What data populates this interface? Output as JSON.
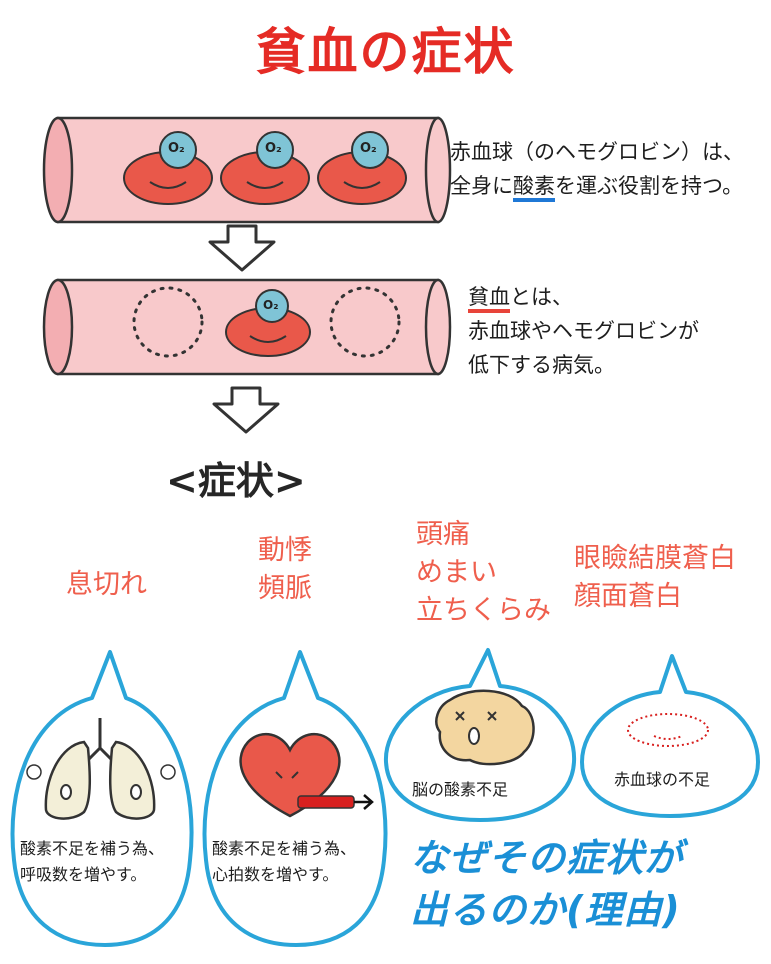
{
  "title": "貧血の症状",
  "vessel_top": {
    "oxygen_label": "O₂",
    "desc_line1": "赤血球（のヘモグロビン）は、",
    "desc_line2_pre": "全身に",
    "desc_line2_emph": "酸素",
    "desc_line2_post": "を運ぶ役割を持つ。"
  },
  "vessel_bottom": {
    "oxygen_label": "O₂",
    "desc_line1_emph": "貧血",
    "desc_line1_post": "とは、",
    "desc_line2": "赤血球やヘモグロビンが",
    "desc_line3": "低下する病気。"
  },
  "symptoms_heading": "<症状>",
  "symptoms": [
    {
      "lines": [
        "息切れ"
      ]
    },
    {
      "lines": [
        "動悸",
        "頻脈"
      ]
    },
    {
      "lines": [
        "頭痛",
        "めまい",
        "立ちくらみ"
      ]
    },
    {
      "lines": [
        "眼瞼結膜蒼白",
        "顔面蒼白"
      ]
    }
  ],
  "bubbles": {
    "lungs": {
      "line1": "酸素不足を補う為、",
      "line2": "呼吸数を増やす。"
    },
    "heart": {
      "line1": "酸素不足を補う為、",
      "line2": "心拍数を増やす。"
    },
    "brain": {
      "label": "脳の酸素不足"
    },
    "rbc": {
      "label": "赤血球の不足"
    }
  },
  "reason_note": {
    "line1": "なぜその症状が",
    "line2": "出るのか(理由)"
  },
  "colors": {
    "title": "#e52b25",
    "symptom": "#ef5f4d",
    "bubble_outline": "#2aa5d9",
    "vessel": "#f8c9cb",
    "rbc": "#e9584a",
    "oxygen": "#7fc4d6"
  }
}
